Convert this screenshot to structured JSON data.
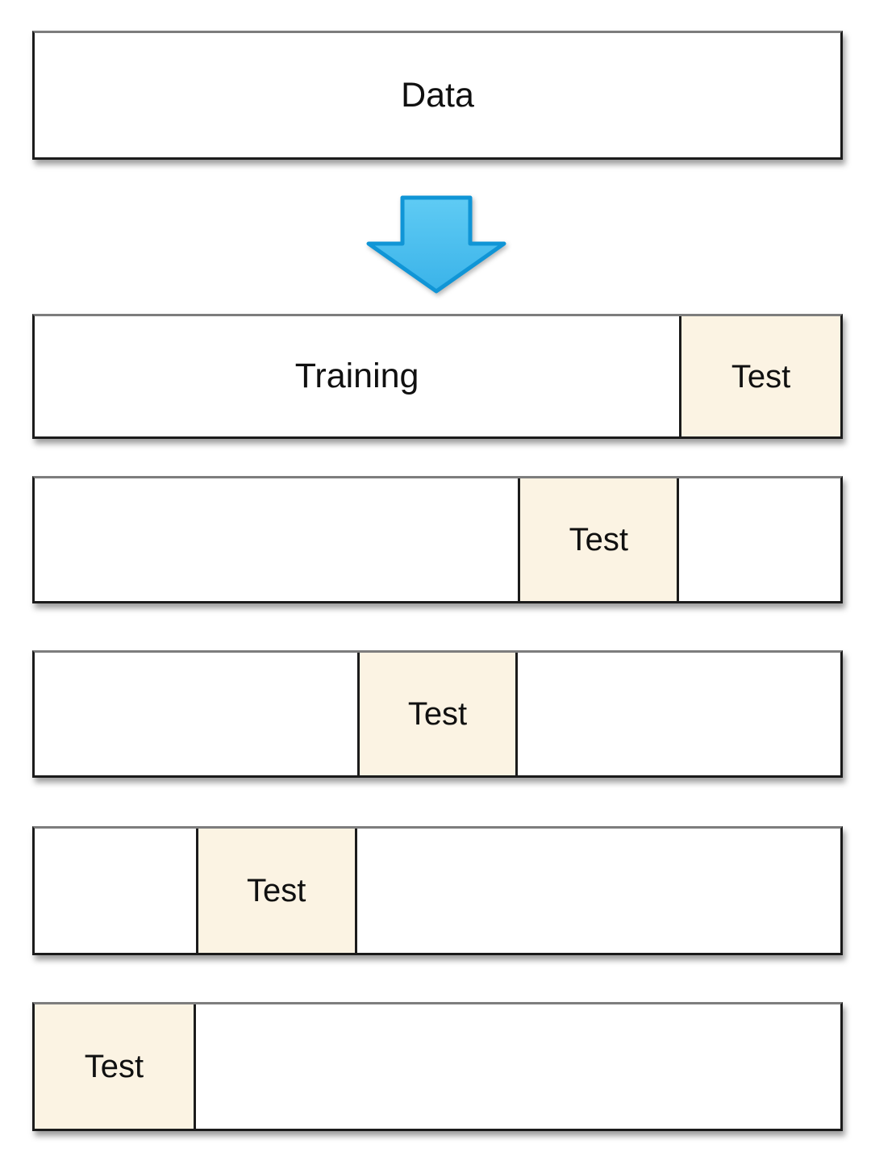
{
  "diagram": {
    "data_box": {
      "label": "Data"
    },
    "arrow": {
      "icon": "down-arrow",
      "fill_top": "#5fcbf4",
      "fill_bottom": "#3ab3e9",
      "stroke": "#1095d6"
    },
    "colors": {
      "training_fill": "#FFFFFF",
      "test_fill": "#FBF3E3",
      "border": "#1B1B1B",
      "label": "#101010"
    },
    "fold_count": 5,
    "test_fraction_pct": 20,
    "rows": [
      {
        "training_label": "Training",
        "test_label": "Test",
        "test_position_pct": 80
      },
      {
        "training_label": "",
        "test_label": "Test",
        "test_position_pct": 60
      },
      {
        "training_label": "",
        "test_label": "Test",
        "test_position_pct": 40
      },
      {
        "training_label": "",
        "test_label": "Test",
        "test_position_pct": 20
      },
      {
        "training_label": "",
        "test_label": "Test",
        "test_position_pct": 0
      }
    ]
  }
}
